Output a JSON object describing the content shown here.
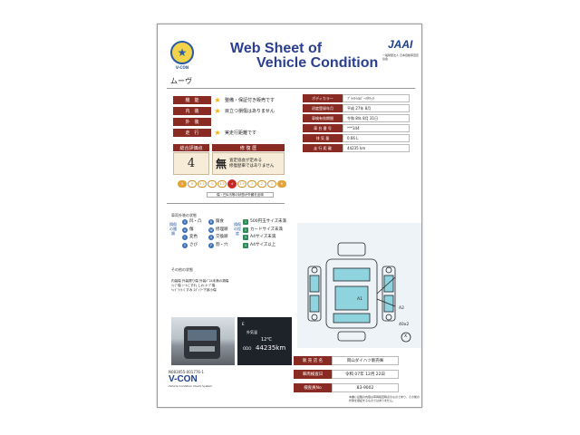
{
  "header": {
    "emblem_text": "V-CON",
    "title_line1": "Web Sheet of",
    "title_line2": "Vehicle Condition",
    "org_logo": "JAAI",
    "org_name": "一般財団法人 日本自動車査定協会"
  },
  "model": "ムーヴ",
  "condition_rows": [
    {
      "label": "機　能",
      "text": "整備・保証付き販売です"
    },
    {
      "label": "内　装",
      "text": "目立つ損傷はありません"
    },
    {
      "label": "外　装",
      "text": ""
    },
    {
      "label": "走　行",
      "text": "実走行距離です"
    }
  ],
  "spec_rows": [
    {
      "label": "ボディカラー",
      "value": "ﾌﾟﾗｲﾄｼﾙﾊﾞｰﾒﾀﾘｯｸ"
    },
    {
      "label": "初度登録年月",
      "value": "平成 27年 8月"
    },
    {
      "label": "車検有効期間",
      "value": "令和 8年 8月 31日"
    },
    {
      "label": "車 台 番 号",
      "value": "***344"
    },
    {
      "label": "排 気 量",
      "value": "0.66 L"
    },
    {
      "label": "走 行 距 離",
      "value": "44235 km"
    }
  ],
  "grade": {
    "score_header": "総合評価点",
    "history_header": "修 復 歴",
    "score": "4",
    "history_mark": "無",
    "history_text_1": "査定協会が定める",
    "history_text_2": "修復歴車ではありません",
    "scale": [
      "S",
      "6",
      "5.5",
      "5",
      "4.5",
      "4",
      "3.5",
      "3",
      "2",
      "1",
      "R"
    ],
    "selected_index": 5,
    "scale_note": "傷・凹&汚等の状態が外観を反映"
  },
  "legend": {
    "header": "車両外装の状態",
    "vertical_label_1": "損傷の種類",
    "vertical_label_2": "損傷の程度",
    "types_col1": [
      {
        "icon": "U",
        "text": "凹・凸"
      },
      {
        "icon": "A",
        "text": "傷"
      },
      {
        "icon": "C",
        "text": "変色"
      },
      {
        "icon": "S",
        "text": "さび"
      }
    ],
    "types_col2": [
      {
        "icon": "B",
        "text": "腐食"
      },
      {
        "icon": "W",
        "text": "修理跡"
      },
      {
        "icon": "X",
        "text": "交換跡"
      },
      {
        "icon": "P",
        "text": "割・穴"
      }
    ],
    "sizes": [
      {
        "icon": "1",
        "text": "500円玉サイズ未満"
      },
      {
        "icon": "2",
        "text": "カードサイズ未満"
      },
      {
        "icon": "3",
        "text": "A4サイズ未満"
      },
      {
        "icon": "4",
        "text": "A4サイズ以上"
      }
    ]
  },
  "other": {
    "header": "その他の状態",
    "lines": [
      "内装傷 外装擦り傷 外装ﾊﾟﾈﾙ未満の損傷",
      "ﾗｯﾌﾟ傷 ｼｰﾄにすれ しわ ﾙｰﾌﾟ傷",
      "ﾍｯﾄﾞﾗｲﾄくすみ ｽﾎﾟｲﾗｰ下部小傷"
    ]
  },
  "diagram": {
    "marks": [
      {
        "text": "A1"
      },
      {
        "text": "A2"
      },
      {
        "text": "40x2"
      },
      {
        "text": "X"
      }
    ]
  },
  "meter": {
    "top": "E",
    "label": "外気温",
    "temp": "12℃",
    "odo_prefix": "ODO",
    "odo": "44235km"
  },
  "dealer_rows": [
    {
      "label": "販 売 店 名",
      "value": "岡山ダイハツ販売㈱"
    },
    {
      "label": "車両検査日",
      "value": "令和 07年 12月 22日"
    },
    {
      "label": "検査員No",
      "value": "83-9002"
    }
  ],
  "footer": {
    "code": "N083055-001776-1",
    "brand": "V-CON",
    "brand_sub": "Vehicle Condition Check System",
    "note": "本書に記載の内容は車両検査時点のものであり、その後の状態を保証するものではありません。"
  }
}
